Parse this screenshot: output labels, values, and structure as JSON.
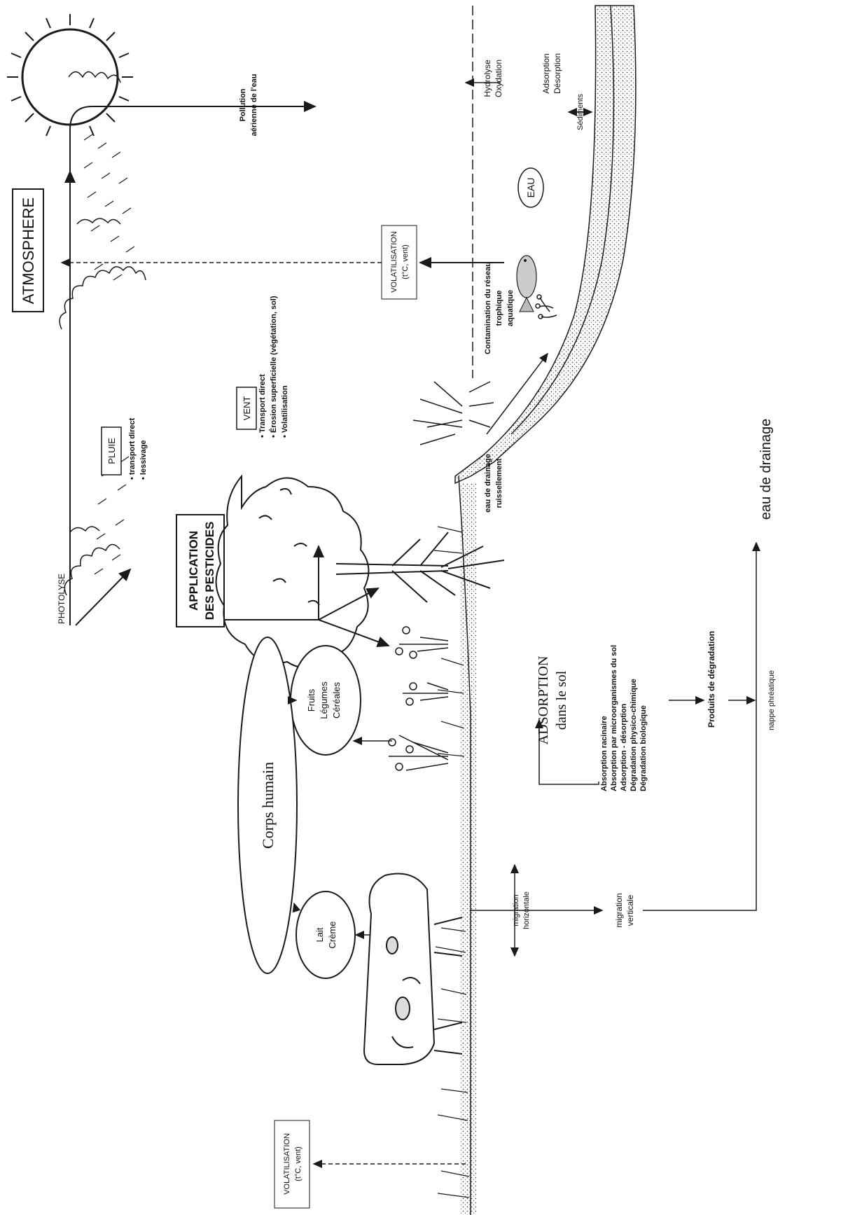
{
  "labels": {
    "atmosphere": "ATMOSPHERE",
    "application_line1": "APPLICATION",
    "application_line2": "DES PESTICIDES",
    "photolyse": "PHOTOLYSE",
    "pluie": "PLUIE",
    "pluie_item1": "• transport direct",
    "pluie_item2": "• lessivage",
    "vent": "VENT",
    "vent_item1": "• Transport direct",
    "vent_item2": "• Érosion superficielle (végétation, sol)",
    "vent_item3": "• Volatilisation",
    "volat1_line1": "VOLATILISATION",
    "volat1_line2": "(t°C, vent)",
    "volat2_line1": "VOLATILISATION",
    "volat2_line2": "(t°C, vent)",
    "pollution_line1": "Pollution",
    "pollution_line2": "aérienne de l'eau",
    "hydrolyse": "Hydrolyse",
    "oxydation": "Oxydation",
    "adsorption_eau": "Adsorption",
    "desorption_eau": "Désorption",
    "sediments": "Sédiments",
    "eau": "EAU",
    "contamination_line1": "Contamination du réseau",
    "contamination_line2": "trophique",
    "contamination_line3": "aquatique",
    "ruissellement_line1": "eau de drainage",
    "ruissellement_line2": "ruissellement",
    "adsorption_sol_line1": "ADSORPTION",
    "adsorption_sol_line2": "dans le sol",
    "process1": "Absorption racinaire",
    "process2": "Absorption par microorganismes du sol",
    "process3": "Adsorption - désorption",
    "process4": "Dégradation physico-chimique",
    "process5": "Dégradation biologique",
    "produits": "Produits de dégradation",
    "nappe": "nappe phréatique",
    "eau_drainage": "eau de drainage",
    "migration_h_line1": "migration",
    "migration_h_line2": "horizontale",
    "migration_v_line1": "migration",
    "migration_v_line2": "verticale",
    "corps": "Corps humain",
    "fruits1": "Fruits",
    "fruits2": "Légumes",
    "fruits3": "Céréales",
    "lait1": "Lait",
    "lait2": "Crème"
  },
  "colors": {
    "ink": "#1a1a1a",
    "background": "#ffffff"
  }
}
